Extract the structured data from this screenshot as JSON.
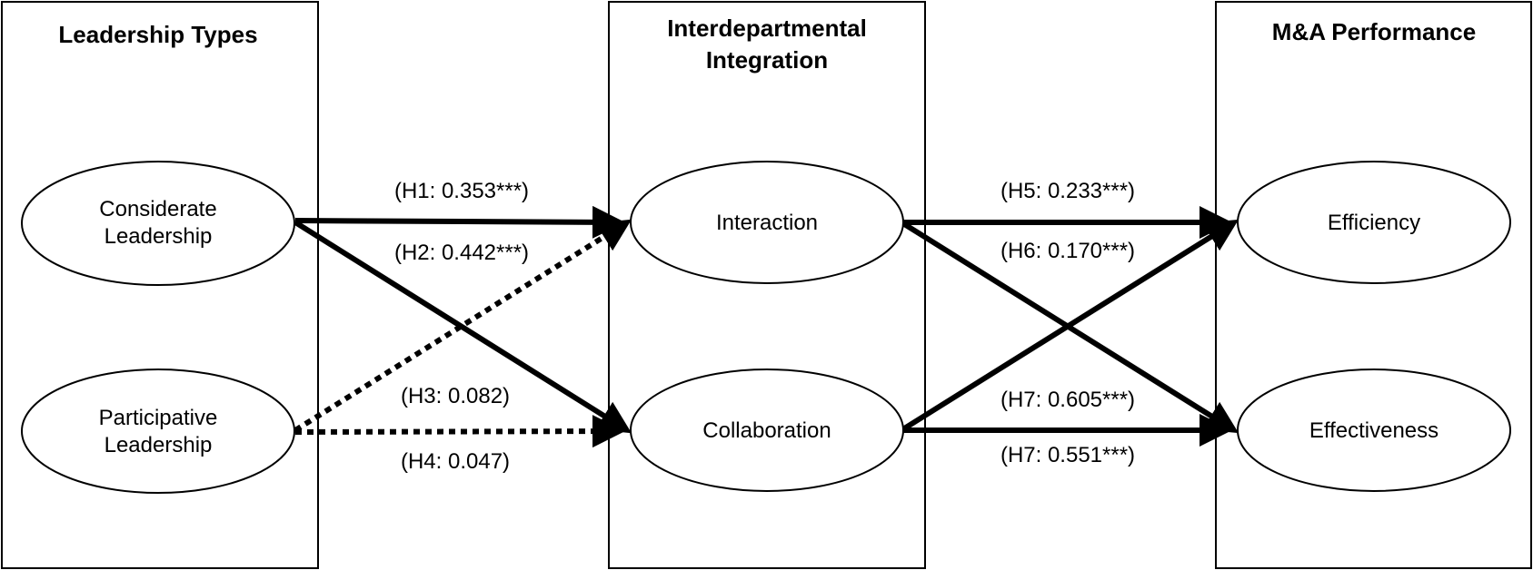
{
  "columns": {
    "leadership": {
      "title": "Leadership Types"
    },
    "integration": {
      "title_line1": "Interdepartmental",
      "title_line2": "Integration"
    },
    "performance": {
      "title": "M&A Performance"
    }
  },
  "nodes": {
    "considerate": {
      "line1": "Considerate",
      "line2": "Leadership"
    },
    "participative": {
      "line1": "Participative",
      "line2": "Leadership"
    },
    "interaction": {
      "label": "Interaction"
    },
    "collaboration": {
      "label": "Collaboration"
    },
    "efficiency": {
      "label": "Efficiency"
    },
    "effectiveness": {
      "label": "Effectiveness"
    }
  },
  "paths": {
    "h1": {
      "label": "(H1: 0.353***)",
      "style": "solid"
    },
    "h2": {
      "label": "(H2: 0.442***)",
      "style": "solid"
    },
    "h3": {
      "label": "(H3: 0.082)",
      "style": "dotted"
    },
    "h4": {
      "label": "(H4: 0.047)",
      "style": "dotted"
    },
    "h5": {
      "label": "(H5: 0.233***)",
      "style": "solid"
    },
    "h6": {
      "label": "(H6: 0.170***)",
      "style": "solid"
    },
    "h7a": {
      "label": "(H7: 0.605***)",
      "style": "solid"
    },
    "h7b": {
      "label": "(H7: 0.551***)",
      "style": "solid"
    }
  }
}
